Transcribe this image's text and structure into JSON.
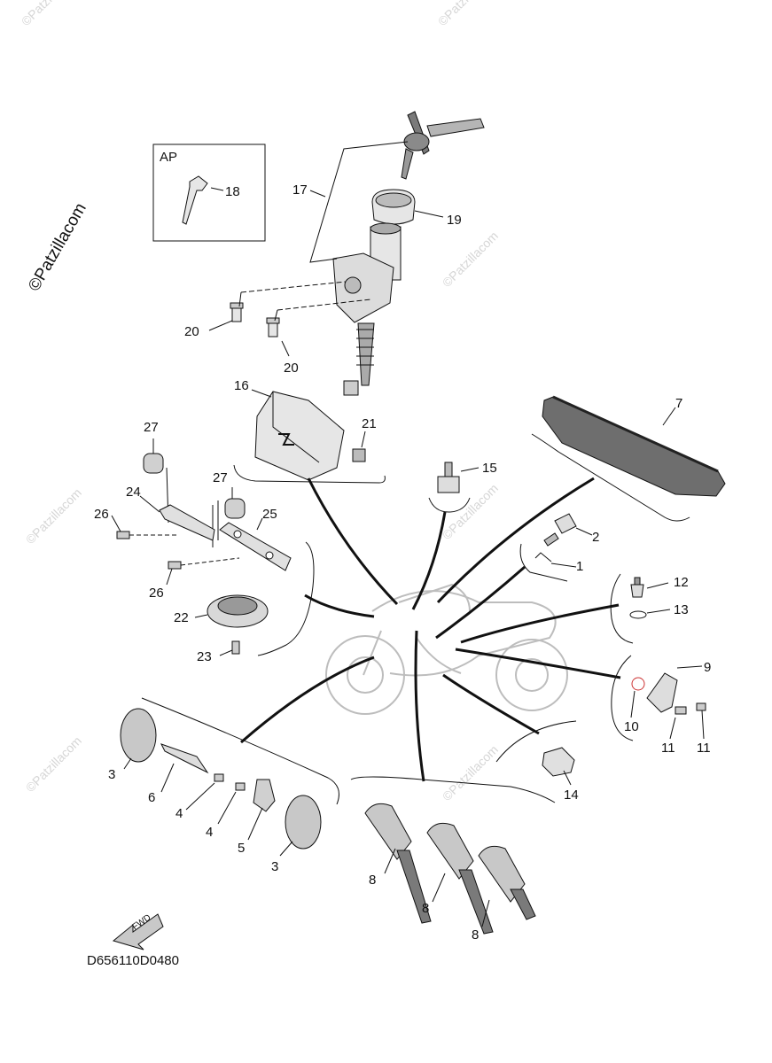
{
  "watermark": {
    "main": "©Patzillacom",
    "faint": "©Patzillacom"
  },
  "inset_label": "AP",
  "diagram_code": "D656110D0480",
  "fwd_label": "FWD",
  "callouts": {
    "c1": "1",
    "c2": "2",
    "c3a": "3",
    "c3b": "3",
    "c4a": "4",
    "c4b": "4",
    "c5": "5",
    "c6": "6",
    "c7": "7",
    "c8a": "8",
    "c8b": "8",
    "c8c": "8",
    "c9": "9",
    "c10": "10",
    "c11a": "11",
    "c11b": "11",
    "c12": "12",
    "c13": "13",
    "c14": "14",
    "c15": "15",
    "c16": "16",
    "c17": "17",
    "c18": "18",
    "c19": "19",
    "c20a": "20",
    "c20b": "20",
    "c21": "21",
    "c22": "22",
    "c23": "23",
    "c24": "24",
    "c25": "25",
    "c26a": "26",
    "c26b": "26",
    "c27a": "27",
    "c27b": "27"
  },
  "colors": {
    "line": "#111111",
    "part_fill": "#e6e6e6",
    "part_dark": "#7a7a7a",
    "watermark": "#d6d6d6"
  }
}
